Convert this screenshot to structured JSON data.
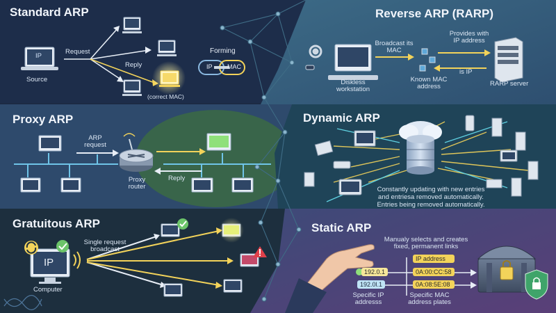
{
  "colors": {
    "bg_dark": "#1c2a44",
    "panel_blue": "#2d4a6e",
    "panel_teal": "#244a5a",
    "panel_green": "#3d6a3e",
    "panel_purple": "#4a3f6e",
    "accent_yellow": "#f3d35a",
    "accent_green": "#7bd36b",
    "accent_cyan": "#5fd0e0"
  },
  "standard": {
    "title": "Standard ARP",
    "ip": "IP",
    "source": "Source",
    "request": "Request",
    "reply": "Reply",
    "correct_mac": "(correct MAC)"
  },
  "forming": {
    "label": "Forming",
    "ip": "IP",
    "mac": "MAC"
  },
  "rarp": {
    "title": "Reverse ARP (RARP)",
    "broadcast": "Broadcast its MAC",
    "provides": "Provides with IP address",
    "is_ip": "is IP",
    "diskless": "Diskless workstation",
    "known_mac": "Known MAC address",
    "server": "RARP server"
  },
  "proxy": {
    "title": "Proxy ARP",
    "arp_request": "ARP request",
    "reply": "Reply",
    "router": "Proxy router"
  },
  "dynamic": {
    "title": "Dynamic ARP",
    "caption_1": "Constantly updating with new entries",
    "caption_2": "and entriesa removed automatically.",
    "caption_3": "Entries being removed automatically."
  },
  "gratuitous": {
    "title": "Gratuitous ARP",
    "ip": "IP",
    "single_request": "Single request broadcast",
    "computer": "Computer"
  },
  "static": {
    "title": "Static ARP",
    "caption": "Manualy selects and creates fixed, permanent links",
    "ip_header": "IP address",
    "mac_1": "0A:00:CC:58",
    "mac_2": "0A:08:5E:08",
    "ip_1": "192.0.1",
    "ip_2": "192.0l.1",
    "specific_ip": "Specific IP addresss",
    "specific_mac": "Specific MAC address plates"
  }
}
